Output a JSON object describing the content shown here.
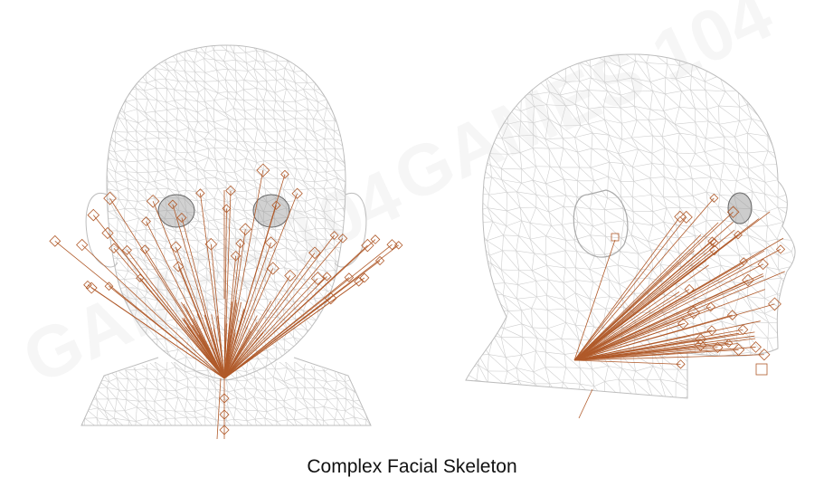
{
  "caption": "Complex Facial Skeleton",
  "colors": {
    "mesh": "#c8c8c8",
    "bone": "#b05a2a",
    "eye": "#7a7a7a",
    "background": "#ffffff"
  },
  "icons": [
    "front-head-wireframe",
    "side-head-wireframe"
  ]
}
